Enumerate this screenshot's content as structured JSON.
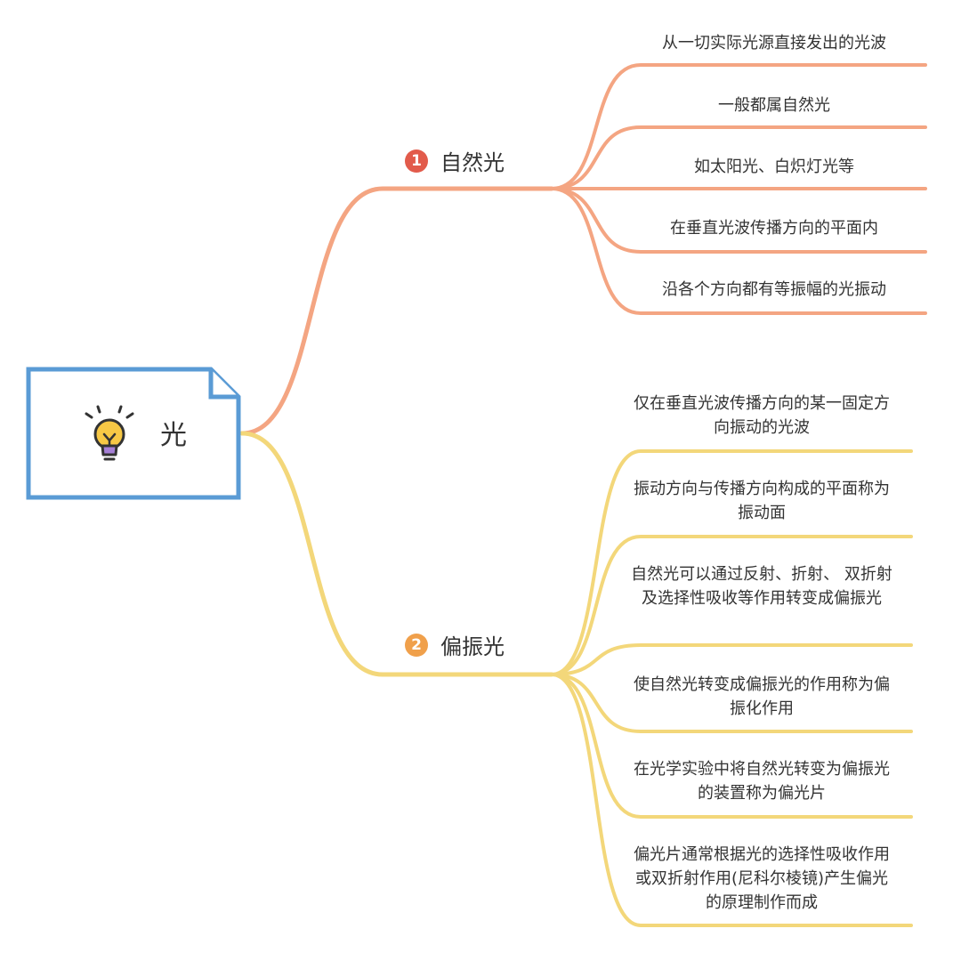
{
  "root": {
    "label": "光",
    "icon": "lightbulb-icon"
  },
  "colors": {
    "root_border": "#5a9bd5",
    "branch1": "#f4a582",
    "branch2": "#f3d77a",
    "badge1": "#e25b4b",
    "badge2": "#f0a04b"
  },
  "branches": [
    {
      "badge": "1",
      "label": "自然光",
      "items": [
        "从一切实际光源直接发出的光波",
        "一般都属自然光",
        "如太阳光、白炽灯光等",
        "在垂直光波传播方向的平面内",
        "沿各个方向都有等振幅的光振动"
      ]
    },
    {
      "badge": "2",
      "label": "偏振光",
      "items": [
        "仅在垂直光波传播方向的某一固定方向振动的光波",
        "振动方向与传播方向构成的平面称为振动面",
        "自然光可以通过反射、折射、 双折射及选择性吸收等作用转变成偏振光",
        "使自然光转变成偏振光的作用称为偏振化作用",
        "在光学实验中将自然光转变为偏振光的装置称为偏光片",
        "偏光片通常根据光的选择性吸收作用或双折射作用(尼科尔棱镜)产生偏光的原理制作而成"
      ]
    }
  ]
}
